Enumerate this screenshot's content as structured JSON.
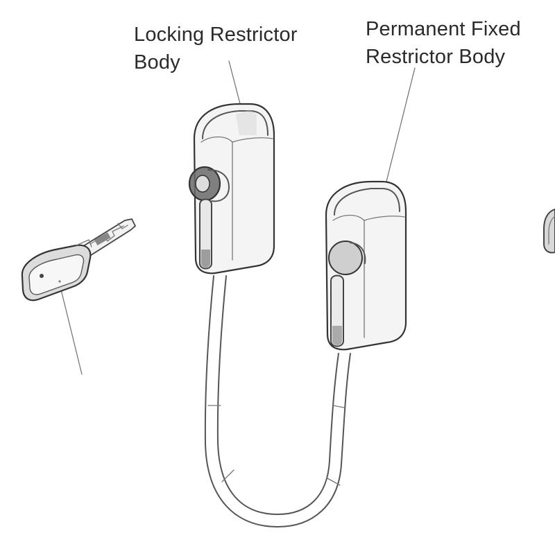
{
  "labels": {
    "locking_line1": "Locking Restrictor",
    "locking_line2": "Body",
    "fixed_line1": "Permanent Fixed",
    "fixed_line2": "Restrictor Body"
  },
  "colors": {
    "line": "#555555",
    "background": "#ffffff",
    "text": "#2a2a2a"
  }
}
